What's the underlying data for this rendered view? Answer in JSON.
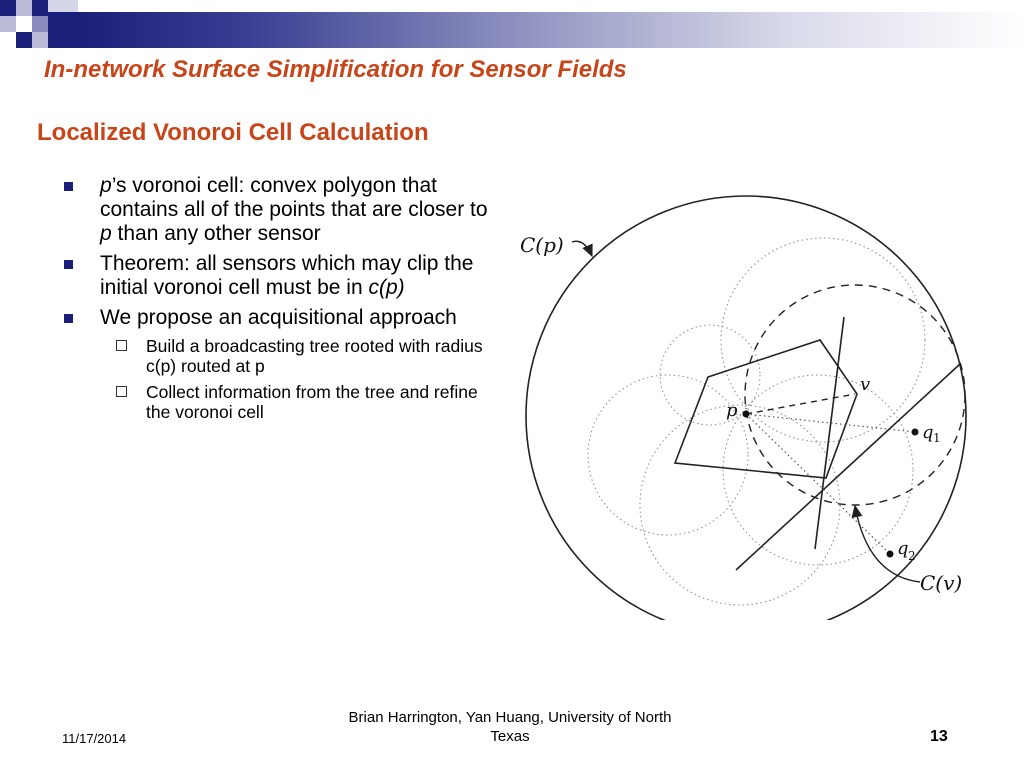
{
  "slide": {
    "title": "In-network Surface Simplification for Sensor Fields",
    "subtitle": "Localized Vonoroi Cell Calculation",
    "bullets": [
      {
        "lead_italic": "p",
        "text": "’s voronoi cell: convex polygon that contains all of the points that are closer to ",
        "mid_italic": "p",
        "tail": " than any other sensor"
      },
      {
        "text": "Theorem: all sensors which may clip the initial voronoi cell must be in ",
        "tail_italic": "c(p)"
      },
      {
        "text": "We propose an acquisitional approach",
        "sub": [
          "Build a broadcasting tree rooted with radius c(p) routed at p",
          "Collect information from the tree and refine the voronoi cell"
        ]
      }
    ]
  },
  "diagram": {
    "labels": {
      "cp": "C(p)",
      "cv": "C(v)",
      "v": "v",
      "p": "p",
      "q1": "q",
      "q1_sub": "1",
      "q2": "q",
      "q2_sub": "2"
    }
  },
  "footer": {
    "date": "11/17/2014",
    "authors": "Brian Harrington, Yan Huang, University of North Texas",
    "page": "13"
  },
  "colors": {
    "title": "#c8451a",
    "band": "#1a1f7a",
    "bullet": "#1a1f7a"
  }
}
